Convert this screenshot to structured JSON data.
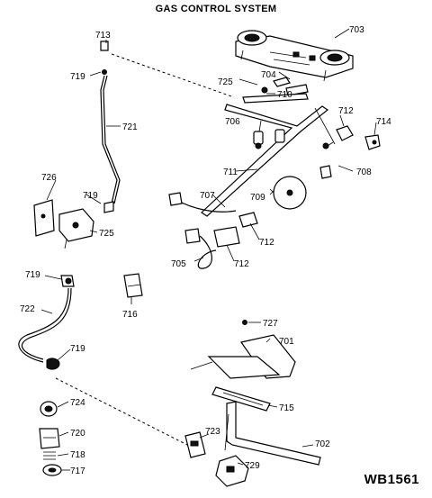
{
  "title": "GAS CONTROL SYSTEM",
  "diagram_code": "WB1561",
  "callouts": {
    "c703": "703",
    "c713": "713",
    "c719a": "719",
    "c704": "704",
    "c725a": "725",
    "c710": "710",
    "c721": "721",
    "c712a": "712",
    "c714": "714",
    "c706": "706",
    "c708": "708",
    "c711": "711",
    "c726": "726",
    "c707": "707",
    "c709": "709",
    "c719b": "719",
    "c725b": "725",
    "c712b": "712",
    "c705": "705",
    "c712c": "712",
    "c719c": "719",
    "c716": "716",
    "c722": "722",
    "c727": "727",
    "c701": "701",
    "c719d": "719",
    "c715": "715",
    "c724": "724",
    "c720": "720",
    "c723": "723",
    "c702": "702",
    "c718": "718",
    "c729": "729",
    "c717": "717"
  }
}
